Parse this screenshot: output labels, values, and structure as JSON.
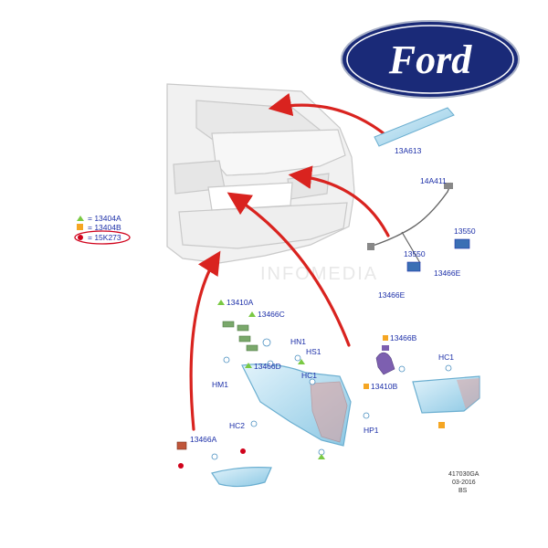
{
  "logo": {
    "text": "Ford",
    "color": "#1a2a78"
  },
  "watermark": "INFOMEDIA",
  "legend": [
    {
      "marker": "triangle",
      "color": "#7ac943",
      "text": "= 13404A"
    },
    {
      "marker": "square",
      "color": "#f5a623",
      "text": "= 13404B"
    },
    {
      "marker": "circle",
      "color": "#d0021b",
      "text": "= 15K273",
      "highlighted": true
    }
  ],
  "labels": {
    "l13A613": "13A613",
    "l14A411": "14A411",
    "l13550a": "13550",
    "l13550b": "13550",
    "l13466E_a": "13466E",
    "l13466E_b": "13466E",
    "l13410A": "13410A",
    "l13466C": "13466C",
    "lHN1": "HN1",
    "lHS1": "HS1",
    "lHM1": "HM1",
    "l13466D": "13466D",
    "lHC1a": "HC1",
    "lHC1b": "HC1",
    "lHC2": "HC2",
    "lHP1": "HP1",
    "l13466A": "13466A",
    "l13466B": "13466B",
    "l13410B": "13410B"
  },
  "doc_id": [
    "417030GA",
    "03-2016",
    "BS"
  ],
  "colors": {
    "label": "#1c2fa8",
    "arrow": "#d9231f",
    "lamp": "#bfe3f2",
    "lamp_stroke": "#6aaed0",
    "car": "#f1f1f1",
    "car_stroke": "#c9c9c9"
  }
}
